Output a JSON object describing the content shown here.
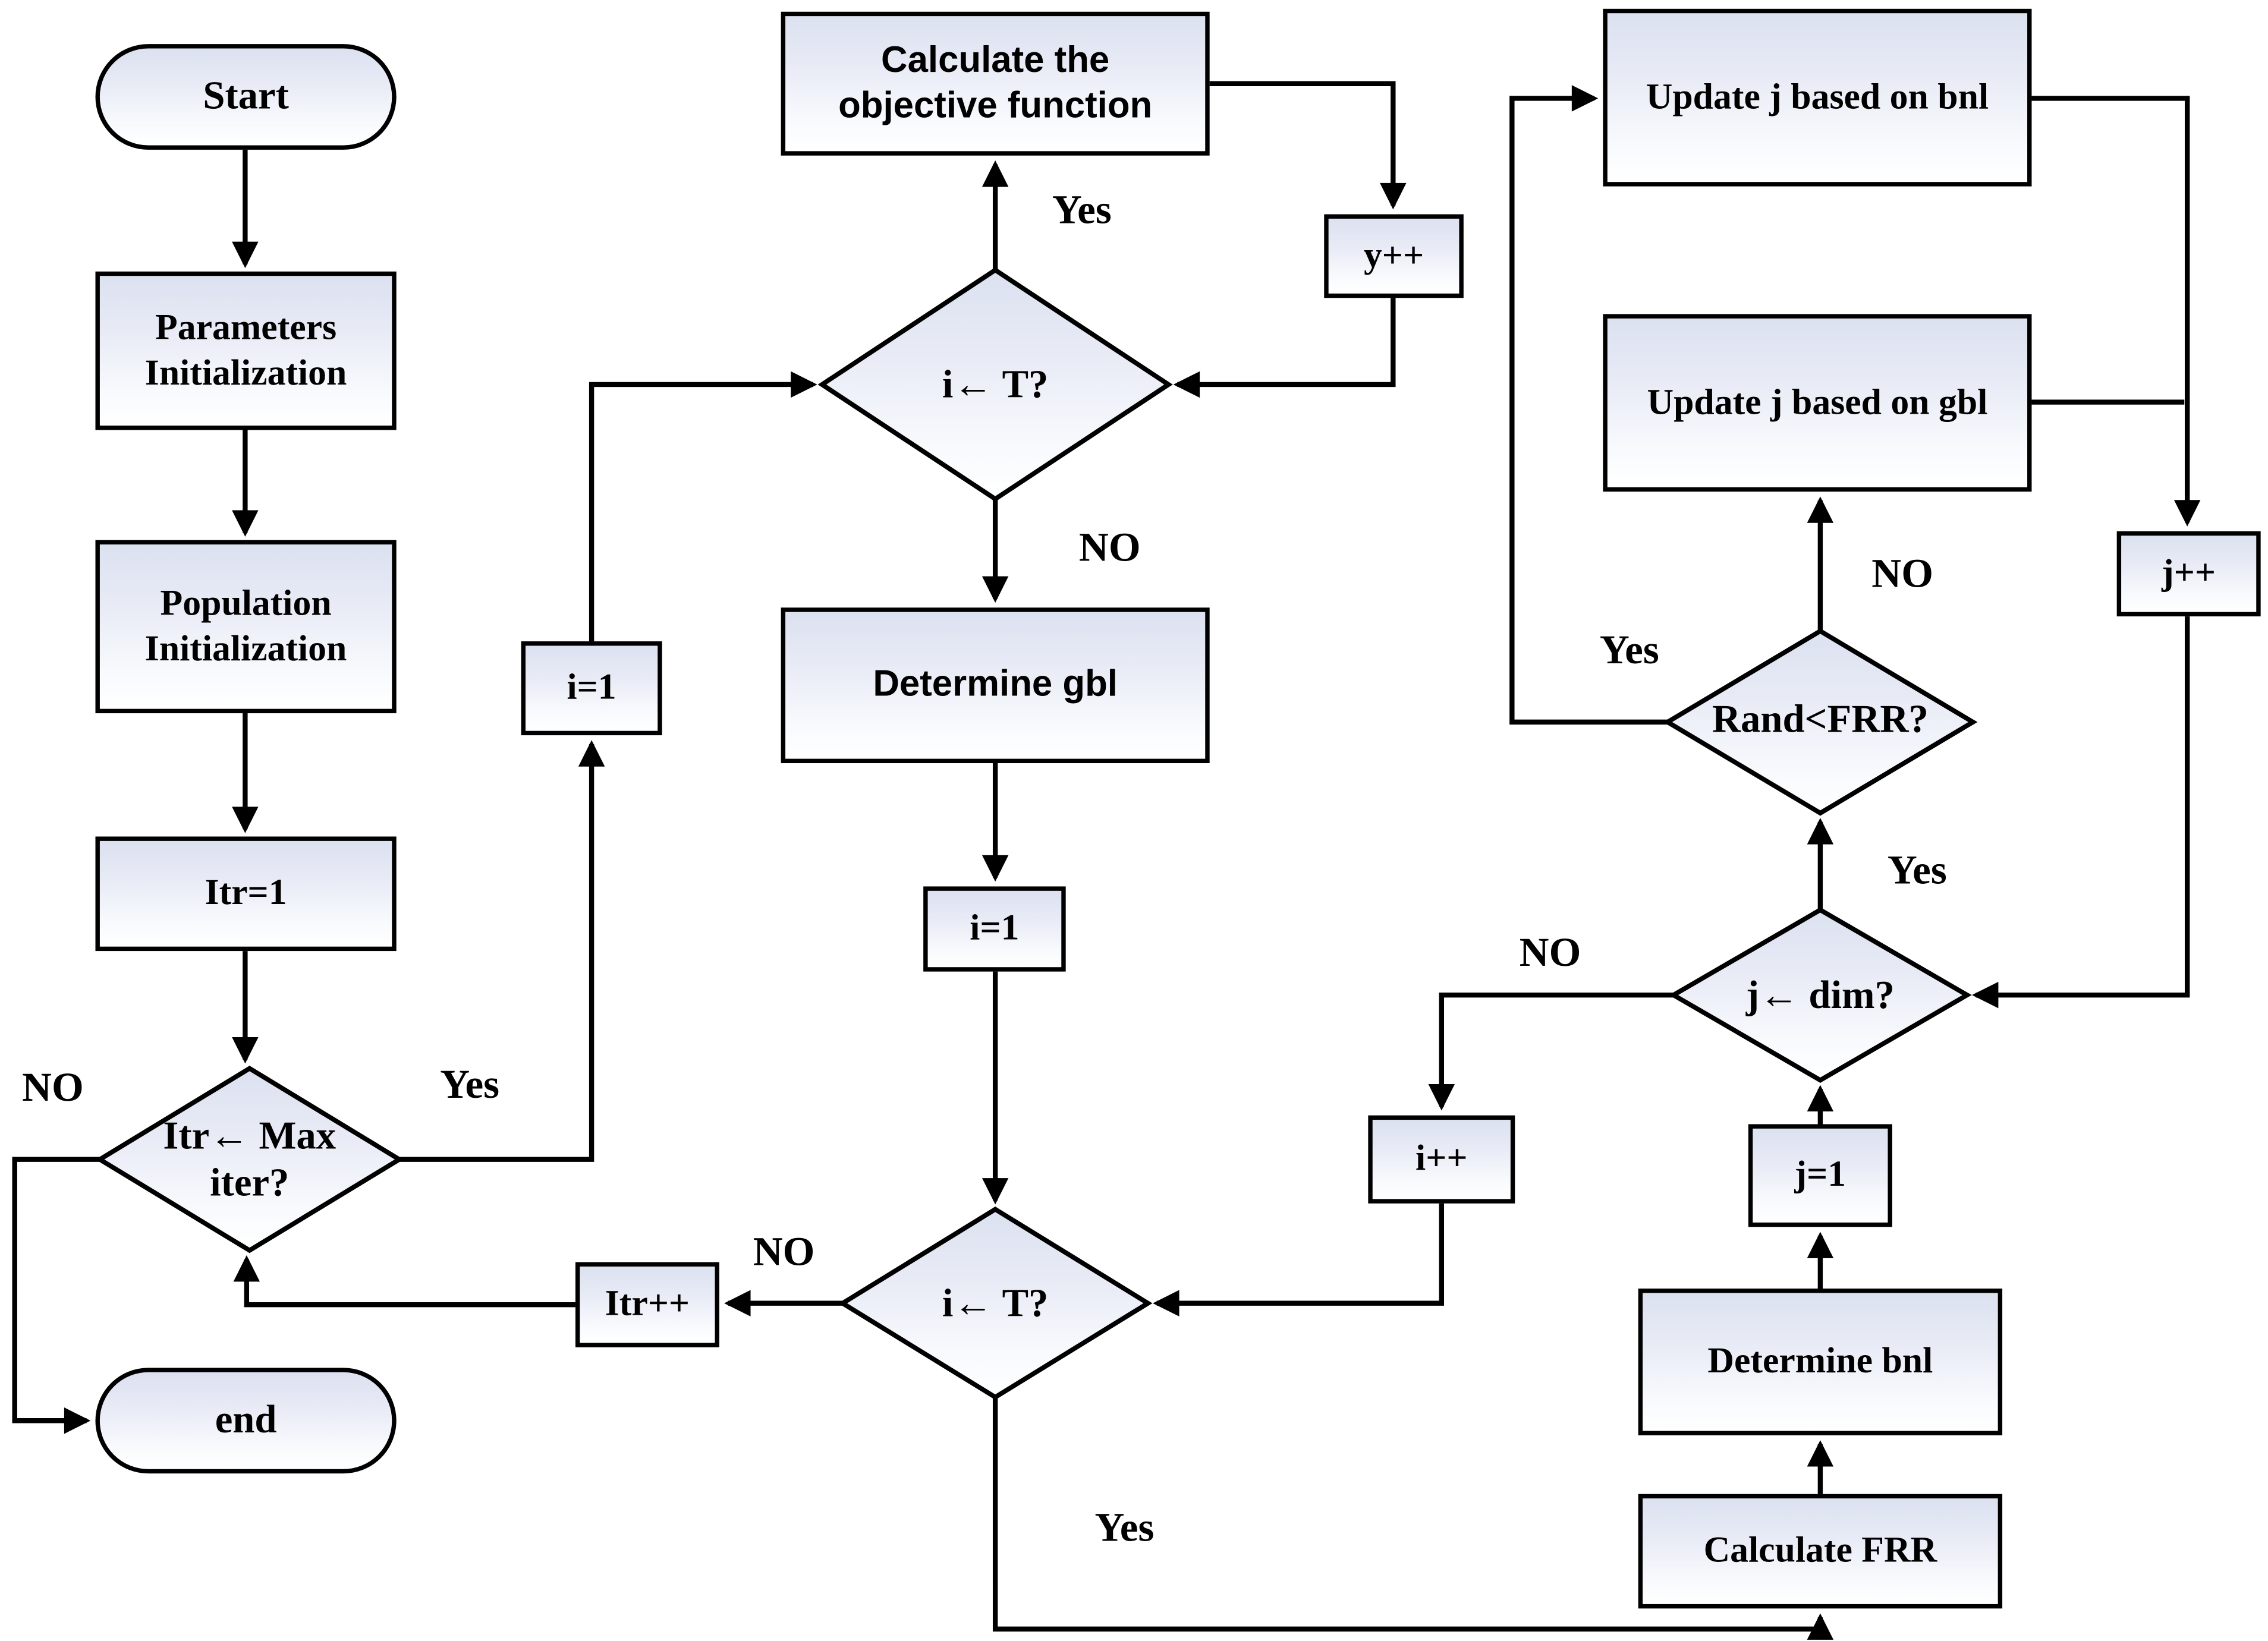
{
  "flowchart": {
    "nodes": {
      "start": "Start",
      "params_init": "Parameters Initialization",
      "pop_init": "Population Initialization",
      "itr_eq_1": "Itr=1",
      "max_iter_check": "Itr← Max iter?",
      "end": "end",
      "i_eq_1_left": "i=1",
      "calc_objective": "Calculate the objective function",
      "i_check_top": "i← T?",
      "y_increment": "y++",
      "determine_gbl": "Determine gbl",
      "i_eq_1_mid": "i=1",
      "i_check_bottom": "i← T?",
      "itr_increment": "Itr++",
      "i_increment": "i++",
      "j_dim_check": "j← dim?",
      "rand_frr_check": "Rand<FRR?",
      "update_bnl": "Update j based on bnl",
      "update_gbl": "Update j based on gbl",
      "j_increment": "j++",
      "j_eq_1": "j=1",
      "determine_bnl": "Determine bnl",
      "calculate_frr": "Calculate FRR"
    },
    "edge_labels": {
      "maxiter_no": "NO",
      "maxiter_yes": "Yes",
      "itop_yes": "Yes",
      "itop_no": "NO",
      "ibottom_no": "NO",
      "ibottom_yes": "Yes",
      "jdim_no": "NO",
      "jdim_yes": "Yes",
      "rand_yes": "Yes",
      "rand_no": "NO"
    },
    "colors": {
      "ink": "#000000",
      "node_fill_top": "#dce1f0",
      "node_fill_bottom": "#ffffff",
      "background": "#ffffff"
    }
  }
}
